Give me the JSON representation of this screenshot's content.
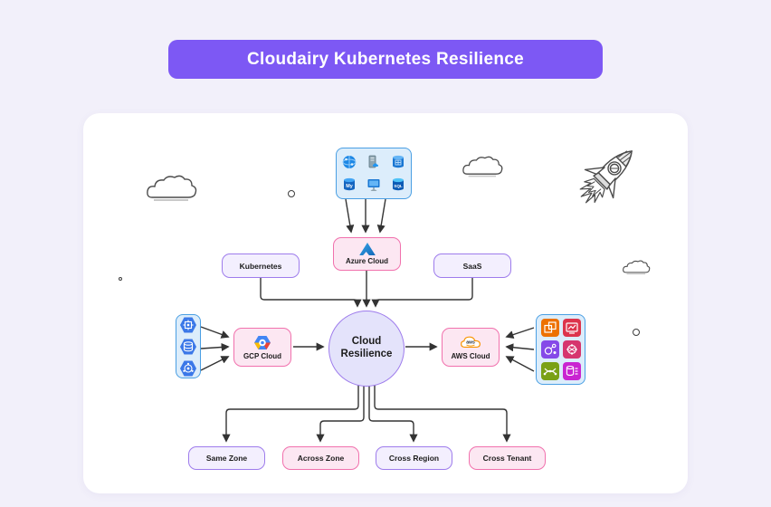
{
  "banner": {
    "title": "Cloudairy Kubernetes Resilience"
  },
  "nodes": {
    "kubernetes": {
      "label": "Kubernetes"
    },
    "azure": {
      "label": "Azure Cloud"
    },
    "saas": {
      "label": "SaaS"
    },
    "gcp": {
      "label": "GCP Cloud"
    },
    "aws": {
      "label": "AWS Cloud"
    },
    "center": {
      "label": "Cloud Resilience"
    },
    "same_zone": {
      "label": "Same Zone"
    },
    "across_zone": {
      "label": "Across Zone"
    },
    "cross_region": {
      "label": "Cross Region"
    },
    "cross_tenant": {
      "label": "Cross Tenant"
    }
  },
  "icon_texts": {
    "mysql": "My",
    "sql": "SQL",
    "aws_logo": "aws"
  },
  "icon_groups": {
    "azure_services": [
      "azure-network-globe-icon",
      "azure-server-cloud-icon",
      "azure-table-storage-icon",
      "azure-mysql-database-icon",
      "azure-virtual-machine-icon",
      "azure-sql-database-icon"
    ],
    "gcp_services": [
      "gcp-compute-engine-icon",
      "gcp-storage-stack-icon",
      "gcp-network-icon"
    ],
    "aws_services": [
      "aws-compute-icon",
      "aws-security-icon",
      "aws-networking-icon",
      "aws-mesh-icon",
      "aws-analytics-icon",
      "aws-database-icon"
    ]
  },
  "decorations": [
    "cloud-doodle-left",
    "cloud-doodle-top",
    "cloud-doodle-right",
    "rocket-doodle",
    "ring-doodle-1",
    "ring-doodle-2",
    "dot-doodle"
  ],
  "colors": {
    "background": "#F2F0FA",
    "banner_bg": "#7D58F4",
    "card_bg": "#FFFFFF",
    "pink_fill": "#FCE7F2",
    "pink_border": "#F171AD",
    "lavender_fill": "#F3EFFE",
    "lavender_border": "#9E7CEC",
    "circle_fill": "#E4E3FB",
    "blue_box_fill": "#DCEDFB",
    "blue_box_border": "#4A9FE3",
    "connector": "#333333"
  }
}
